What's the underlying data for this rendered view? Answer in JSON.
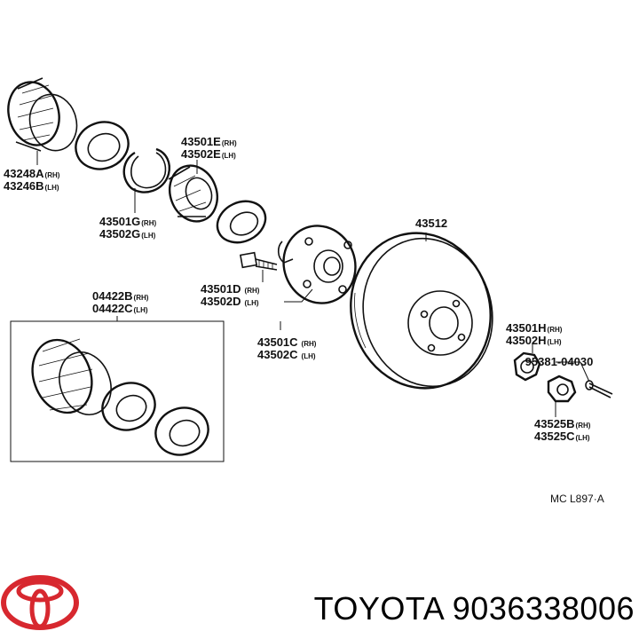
{
  "labels": {
    "outer_seal_rh": "43248A",
    "outer_seal_rh_side": "(RH)",
    "outer_seal_lh": "43246B",
    "outer_seal_lh_side": "(LH)",
    "snap_ring_rh": "43501G",
    "snap_ring_rh_side": "(RH)",
    "snap_ring_lh": "43502G",
    "snap_ring_lh_side": "(LH)",
    "bearing_rh": "43501E",
    "bearing_rh_side": "(RH)",
    "bearing_lh": "43502E",
    "bearing_lh_side": "(LH)",
    "disc": "43512",
    "bolt_rh": "43501D",
    "bolt_rh_side": "(RH)",
    "bolt_lh": "43502D",
    "bolt_lh_side": "(LH)",
    "hub_rh": "43501C",
    "hub_rh_side": "(RH)",
    "hub_lh": "43502C",
    "hub_lh_side": "(LH)",
    "kit_rh": "04422B",
    "kit_rh_side": "(RH)",
    "kit_lh": "04422C",
    "kit_lh_side": "(LH)",
    "nut_rh": "43501H",
    "nut_rh_side": "(RH)",
    "nut_lh": "43502H",
    "nut_lh_side": "(LH)",
    "pin": "95381-04030",
    "lock_cap_rh": "43525B",
    "lock_cap_rh_side": "(RH)",
    "lock_cap_lh": "43525C",
    "lock_cap_lh_side": "(LH)",
    "diagram_code": "MC  L897·A"
  },
  "footer": {
    "brand": "TOYOTA",
    "part_number": "9036338006",
    "logo_color": "#d7282f"
  }
}
